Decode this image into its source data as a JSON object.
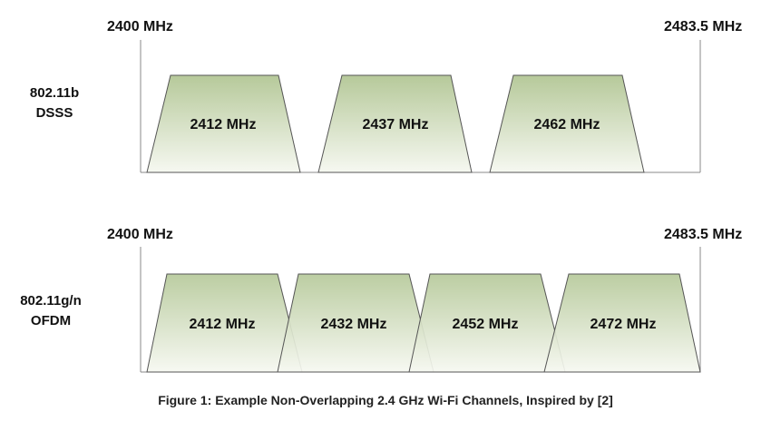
{
  "panels": [
    {
      "standard_line1": "802.11b",
      "standard_line2": "DSSS",
      "range_start": "2400 MHz",
      "range_end": "2483.5 MHz",
      "channels": [
        "2412 MHz",
        "2437 MHz",
        "2462 MHz"
      ]
    },
    {
      "standard_line1": "802.11g/n",
      "standard_line2": "OFDM",
      "range_start": "2400 MHz",
      "range_end": "2483.5 MHz",
      "channels": [
        "2412 MHz",
        "2432 MHz",
        "2452 MHz",
        "2472 MHz"
      ]
    }
  ],
  "caption": "Figure 1: Example Non-Overlapping 2.4 GHz Wi-Fi Channels, Inspired by [2]",
  "colors": {
    "shape_top": "#bccda0",
    "shape_bottom": "#f4f7ee",
    "outline": "#555555",
    "axis": "#8a8a8a"
  }
}
